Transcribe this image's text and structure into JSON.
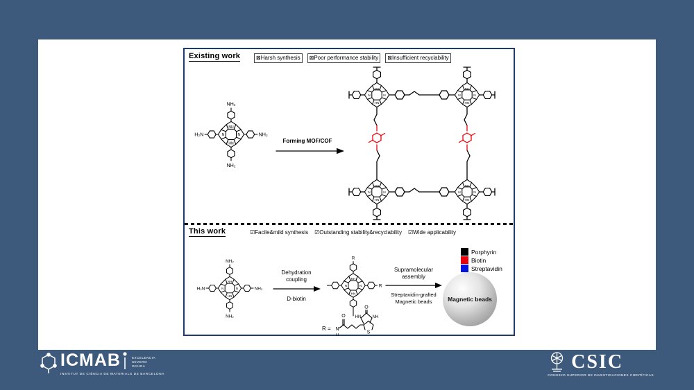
{
  "figure": {
    "existing": {
      "title": "Existing work",
      "issue_1": "⊠Harsh synthesis",
      "issue_2": "⊠Poor performance stability",
      "issue_3": "⊠Insufficient recyclability",
      "arrow_label": "Forming MOF/COF"
    },
    "this_work": {
      "title": "This work",
      "benefit_1": "☑Facile&mild synthesis",
      "benefit_2": "☑Outstanding stability&recyclability",
      "benefit_3": "☑Wide applicability",
      "arrow1_line1": "Dehydration",
      "arrow1_line2": "coupling",
      "arrow1_below": "D-biotin",
      "arrow2_line1": "Supramolecular",
      "arrow2_line2": "assembly",
      "arrow2_below1": "Streptavidin-grafted",
      "arrow2_below2": "Magnetic beads",
      "bead_label": "Magnetic beads",
      "legend_porphyrin": "Porphyrin",
      "legend_biotin": "Biotin",
      "legend_streptavidin": "Streptavidin",
      "legend_colors": {
        "porphyrin": "#000000",
        "biotin": "#e8000b",
        "streptavidin": "#0014e0"
      }
    },
    "atoms": {
      "nh2": "NH₂",
      "h2n": "H₂N",
      "nh": "NH",
      "hn": "HN",
      "n": "N",
      "r": "R",
      "r_eq": "R =",
      "o": "O",
      "s": "S",
      "h": "H"
    },
    "red_color": "#e8000b"
  },
  "footer": {
    "icmab": {
      "name": "ICMAB",
      "institute": "INSTITUT DE CIÈNCIA DE MATERIALS DE BARCELONA",
      "excellence": [
        "EXCELENCIA",
        "SEVERO",
        "OCHOA"
      ]
    },
    "csic": {
      "name": "CSIC",
      "caption": "CONSEJO SUPERIOR DE INVESTIGACIONES CIENTÍFICAS"
    }
  }
}
